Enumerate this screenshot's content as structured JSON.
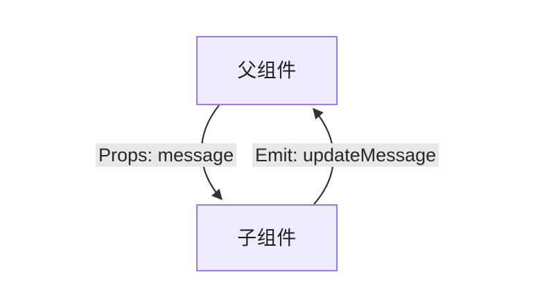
{
  "diagram": {
    "type": "flowchart",
    "background_color": "#FFFFFF",
    "node_fill_color": "#ECECFD",
    "node_border_color": "#9A7AE8",
    "edge_color": "#333333",
    "label_background_color": "#E8E8E8",
    "nodes": [
      {
        "id": "parent",
        "label": "父组件"
      },
      {
        "id": "child",
        "label": "子组件"
      }
    ],
    "edges": [
      {
        "id": "props",
        "label": "Props: message",
        "from": "parent",
        "to": "child",
        "direction": "down",
        "arrowhead": "filled-triangle"
      },
      {
        "id": "emit",
        "label": "Emit: updateMessage",
        "from": "child",
        "to": "parent",
        "direction": "up",
        "arrowhead": "filled-triangle"
      }
    ]
  }
}
